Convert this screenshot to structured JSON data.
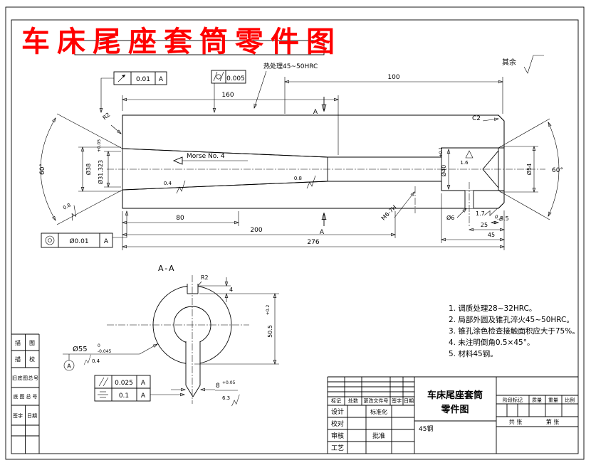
{
  "title": {
    "text": "车床尾座套筒零件图",
    "color": "#ff0000"
  },
  "corner": {
    "rest": "其余"
  },
  "main": {
    "heat": "热处理45~50HRC",
    "morse": "Morse No. 4",
    "c2": "C2",
    "r2": "R2",
    "angle_left": "60°",
    "angle_right": "60°",
    "d160": "160",
    "d100": "100",
    "d80": "80",
    "d200": "200",
    "d276": "276",
    "d25": "25",
    "d45": "45",
    "d35": "3.5",
    "d17": "1.7",
    "hole": "Ø6",
    "m6": "M6-7H",
    "dia38": "Ø38",
    "dia31": "Ø31.323",
    "dia31_tol": "+0.05",
    "dia40": "Ø40",
    "dia40_tol": "+0.1",
    "dia54": "Ø54",
    "section_label_top": "A",
    "section_label_bottom": "A",
    "rough_bore1": "0.4",
    "rough_bore2": "0.8",
    "rough_bore3": "1.6",
    "rough_flare_left": "0.8",
    "rough_flare_right": "0.8"
  },
  "frames": {
    "runout": {
      "val": "0.01",
      "datum": "A"
    },
    "cylindricity": {
      "val": "0.005"
    },
    "concentricity": {
      "val": "Ø0.01",
      "datum": "A"
    },
    "parallelism": {
      "val": "0.025",
      "datum": "A"
    },
    "symmetry": {
      "val": "0.1",
      "datum": "A"
    }
  },
  "section": {
    "label": "A-A",
    "r2": "R2",
    "notch_depth": "4",
    "depth": "50.5",
    "depth_tol": "+0.2",
    "key_width": "8",
    "key_width_tol": "+0.05",
    "dia55": "Ø55",
    "dia55_tol_sup": "0",
    "dia55_tol_sub": "-0.045",
    "datum": "A",
    "rough_key": "6.3",
    "rough_od": "0.4"
  },
  "notes": {
    "l1": "1. 调质处理28~32HRC。",
    "l2": "2. 局部外圆及锥孔淬火45~50HRC。",
    "l3": "3. 锥孔涂色检查接触面积应大于75%。",
    "l4": "4. 未注明倒角0.5×45°。",
    "l5": "5. 材料45钢。"
  },
  "title_block": {
    "part_name_1": "车床尾座套筒",
    "part_name_2": "零件图",
    "material": "45钢",
    "h_mark": "标记",
    "h_count": "处数",
    "h_doc": "更改文件号",
    "h_sign": "签字",
    "h_date": "日期",
    "r_design": "设计",
    "r_check": "校对",
    "r_audit": "审核",
    "r_process": "工艺",
    "r_std": "标准化",
    "r_approve": "批准",
    "h_stage": "阶段标记",
    "h_mass": "质量",
    "h_weight": "重量",
    "h_scale": "比例",
    "sheet_total": "共 张",
    "sheet_no": "第 张"
  },
  "side_table": {
    "r1a": "描",
    "r1b": "图",
    "r2a": "描",
    "r2b": "校",
    "r3": "旧底图总号",
    "r4": "底图总号",
    "r5a": "签字",
    "r5b": "日期"
  }
}
